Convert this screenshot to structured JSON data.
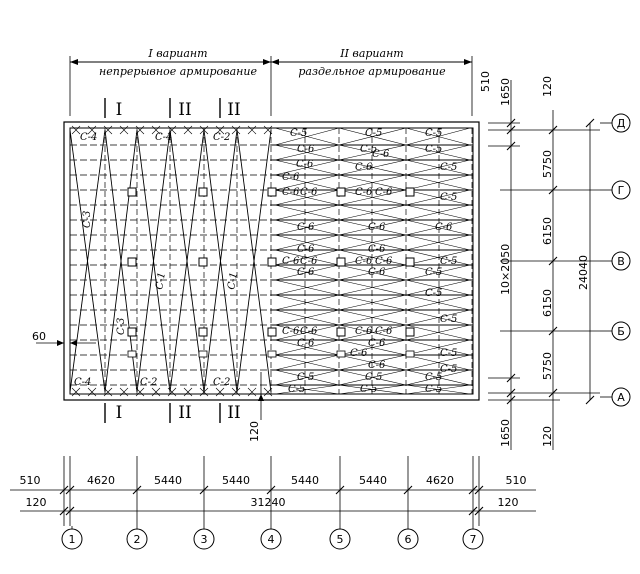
{
  "header": {
    "variant1_title": "I вариант",
    "variant1_sub": "непрерывное армирование",
    "variant2_title": "II вариант",
    "variant2_sub": "раздельное армирование"
  },
  "section_marks": {
    "top": [
      "I",
      "II",
      "II"
    ],
    "bottom": [
      "I",
      "II",
      "II"
    ]
  },
  "bar_labels": {
    "C1": "С-1",
    "C2": "С-2",
    "C3": "С-3",
    "C4": "С-4",
    "C5": "С-5",
    "C6": "С-6"
  },
  "dims_bottom": {
    "row1": [
      "510",
      "4620",
      "5440",
      "5440",
      "5440",
      "5440",
      "4620",
      "510"
    ],
    "row2_left": "120",
    "row2_total": "31240",
    "row2_right": "120"
  },
  "dims_right": {
    "top_outer": "510",
    "top_inner": "1650",
    "top_120": "120",
    "span_5750_top": "5750",
    "span_6150_top": "6150",
    "span_6150_bot": "6150",
    "span_5750_bot": "5750",
    "bottom_120": "120",
    "bottom_1650": "1650",
    "middle": "10×2050",
    "total": "24040"
  },
  "dims_left": {
    "edge_60": "60",
    "edge_120": "120"
  },
  "axes_x": [
    "1",
    "2",
    "3",
    "4",
    "5",
    "6",
    "7"
  ],
  "axes_y": [
    "Д",
    "Г",
    "В",
    "Б",
    "А"
  ]
}
